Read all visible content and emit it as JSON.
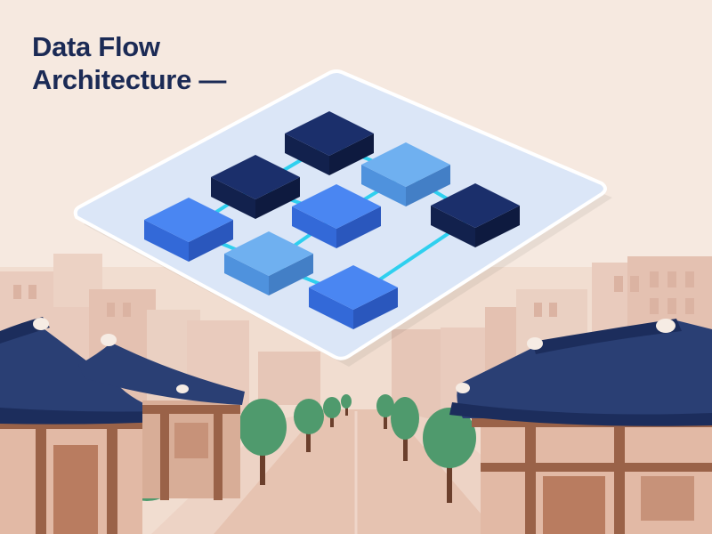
{
  "heading": {
    "line1": "Data Flow",
    "line2": "Architecture —"
  },
  "colors": {
    "background": "#f6e9e0",
    "title": "#1b2a55",
    "panel": "#dbe6f7",
    "block_navy": "#15275e",
    "block_blue": "#3f7ef0",
    "block_light_blue": "#5fa3ea",
    "connector": "#2fd0ef",
    "roof": "#2a3f74",
    "wood": "#9a6248",
    "tree": "#4f9a6d",
    "street": "#e6c3b1"
  },
  "diagram": {
    "blocks": [
      {
        "id": "block-1",
        "shade": "navy"
      },
      {
        "id": "block-2",
        "shade": "navy"
      },
      {
        "id": "block-3",
        "shade": "light_blue"
      },
      {
        "id": "block-4",
        "shade": "blue"
      },
      {
        "id": "block-5",
        "shade": "blue"
      },
      {
        "id": "block-6",
        "shade": "navy"
      },
      {
        "id": "block-7",
        "shade": "light_blue"
      },
      {
        "id": "block-8",
        "shade": "blue"
      }
    ],
    "connections": [
      [
        "block-1",
        "block-2"
      ],
      [
        "block-1",
        "block-3"
      ],
      [
        "block-2",
        "block-4"
      ],
      [
        "block-2",
        "block-5"
      ],
      [
        "block-3",
        "block-5"
      ],
      [
        "block-3",
        "block-6"
      ],
      [
        "block-4",
        "block-7"
      ],
      [
        "block-5",
        "block-7"
      ],
      [
        "block-7",
        "block-8"
      ],
      [
        "block-6",
        "block-8"
      ]
    ]
  },
  "scene": {
    "buildings": 14,
    "trees": 8,
    "hanok_roofs": 3
  }
}
